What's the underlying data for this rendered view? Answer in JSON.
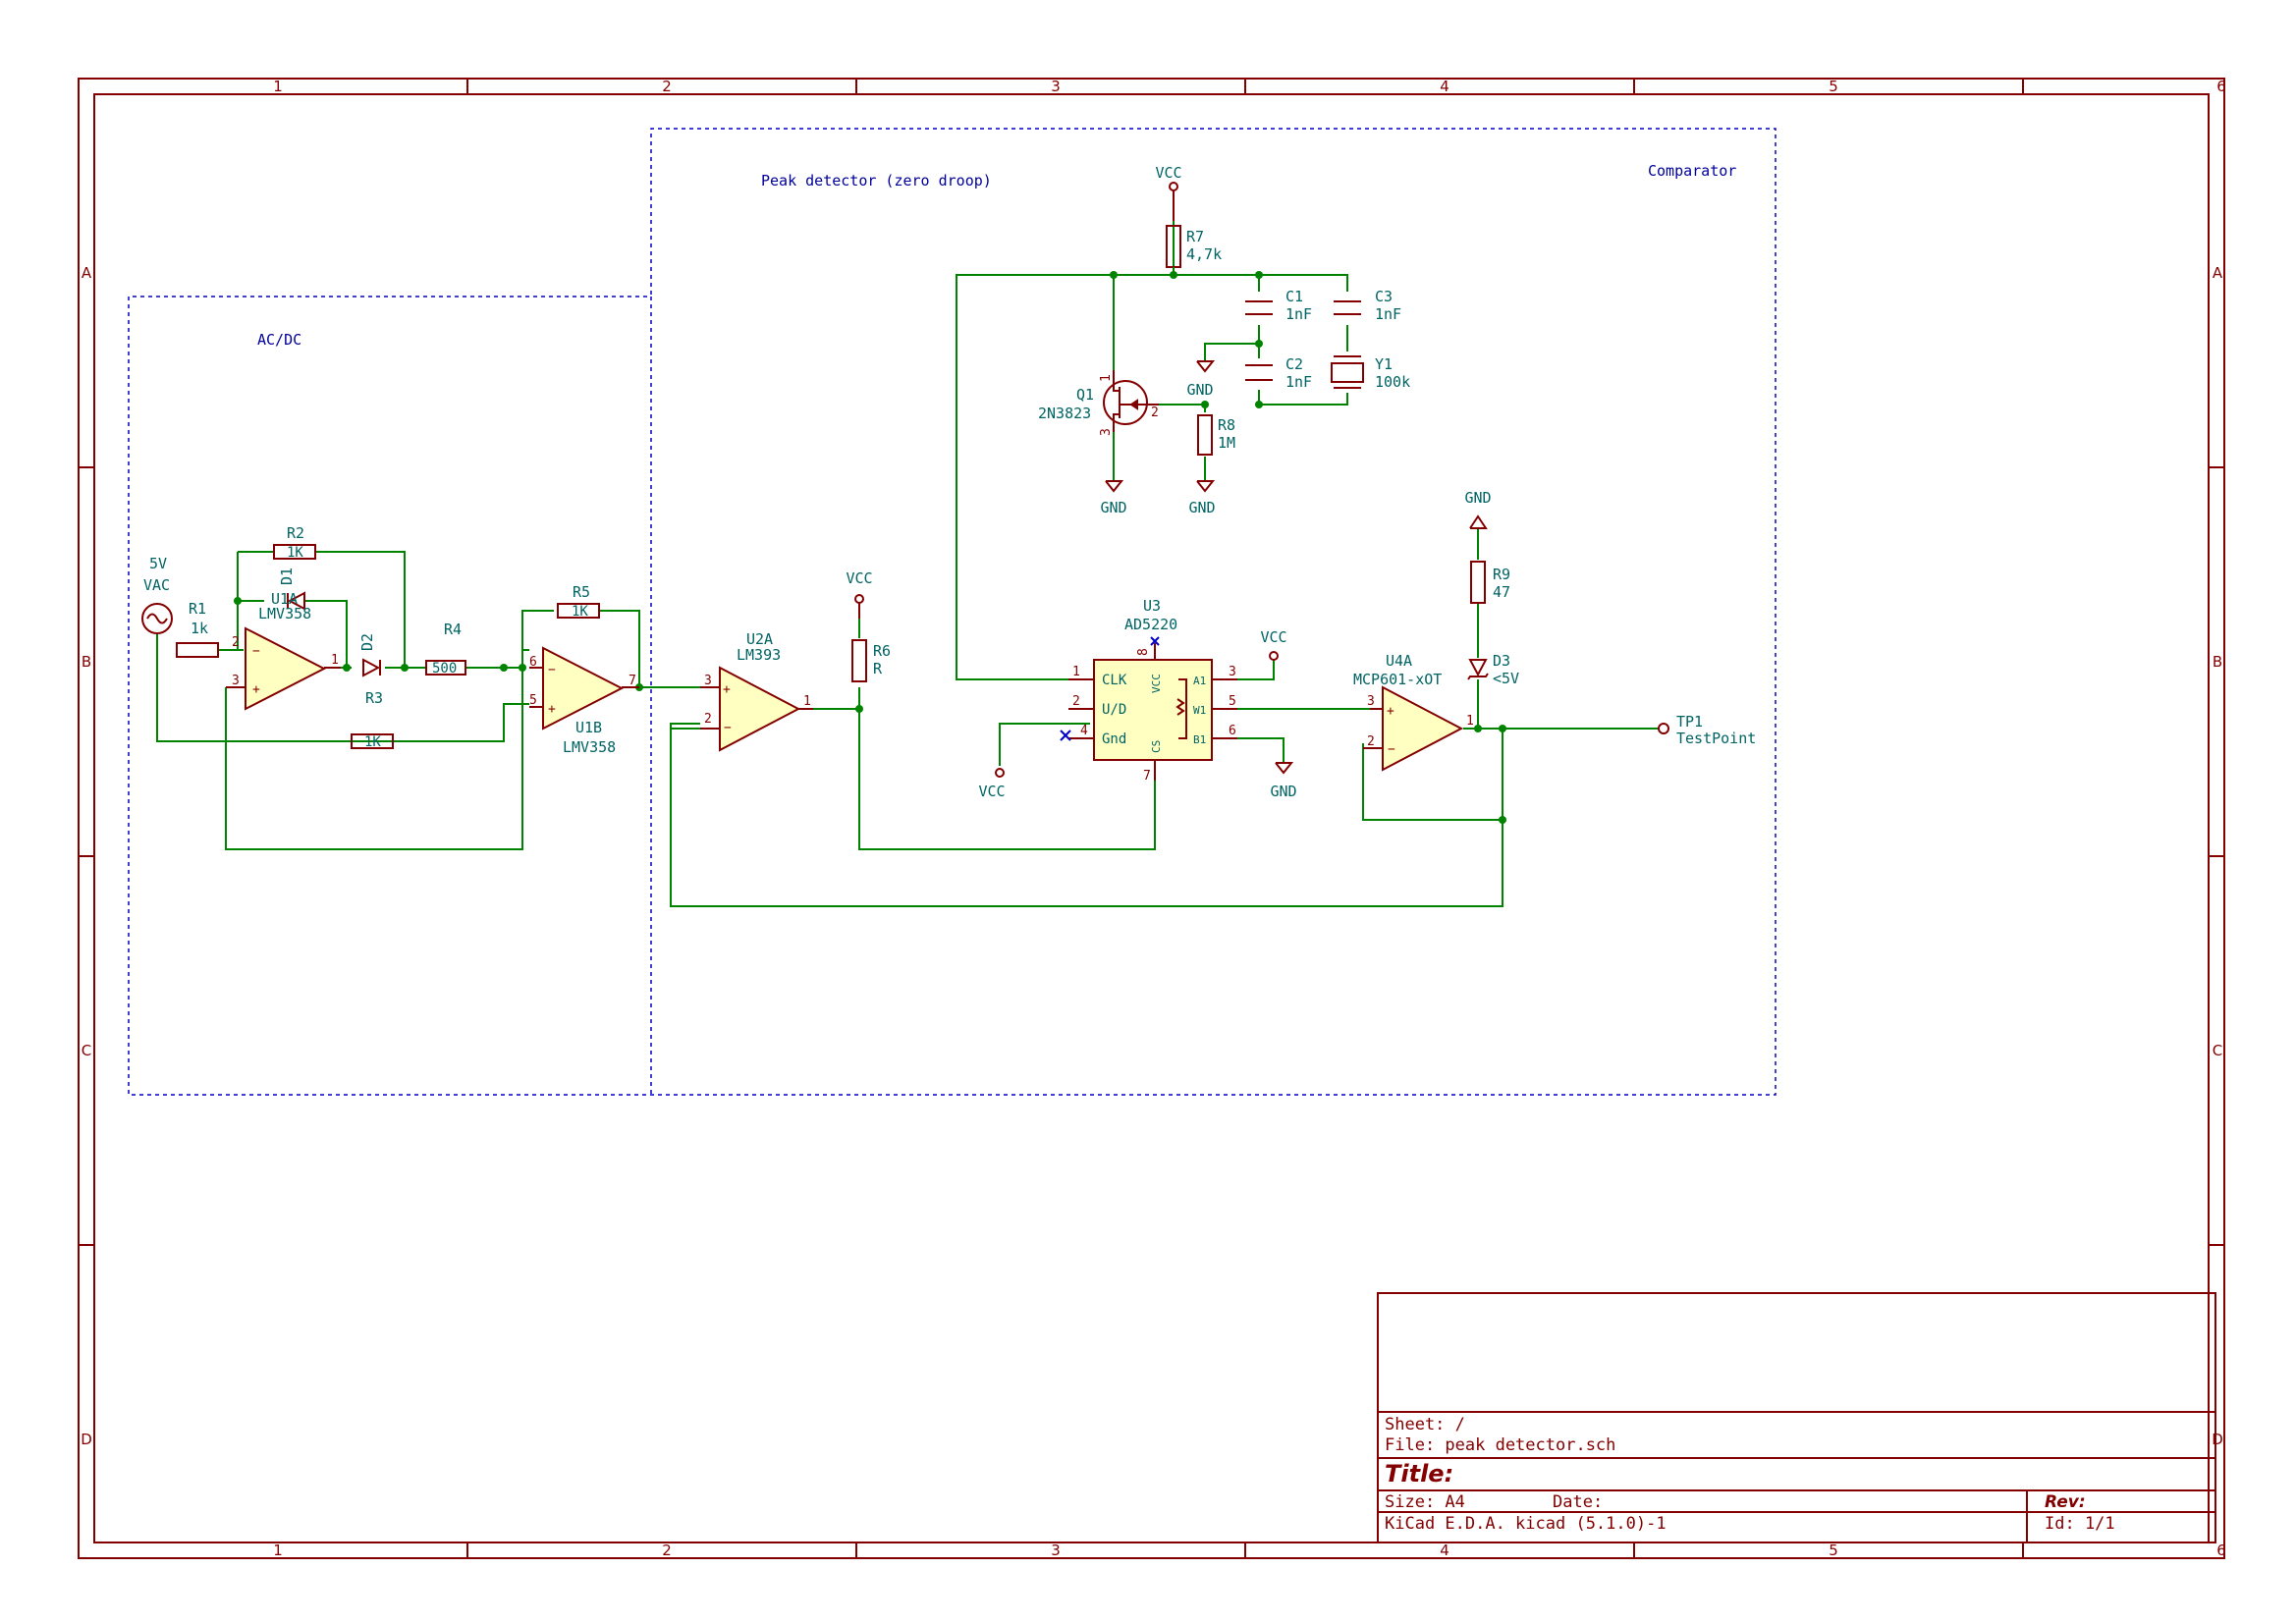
{
  "frame": {
    "columns": [
      "1",
      "2",
      "3",
      "4",
      "5",
      "6"
    ],
    "rows": [
      "A",
      "B",
      "C",
      "D"
    ]
  },
  "notes": {
    "acdc": "AC/DC",
    "peak": "Peak detector (zero droop)",
    "comparator": "Comparator"
  },
  "components": {
    "r1": {
      "ref": "R1",
      "value": "1k"
    },
    "r2": {
      "ref": "R2",
      "value": "1K"
    },
    "r3": {
      "ref": "R3",
      "value": "1K"
    },
    "r4": {
      "ref": "R4",
      "value": "500"
    },
    "r5": {
      "ref": "R5",
      "value": "1K"
    },
    "r6": {
      "ref": "R6",
      "value": "R"
    },
    "r7": {
      "ref": "R7",
      "value": "4,7k"
    },
    "r8": {
      "ref": "R8",
      "value": "1M"
    },
    "r9": {
      "ref": "R9",
      "value": "47"
    },
    "c1": {
      "ref": "C1",
      "value": "1nF"
    },
    "c2": {
      "ref": "C2",
      "value": "1nF"
    },
    "c3": {
      "ref": "C3",
      "value": "1nF"
    },
    "y1": {
      "ref": "Y1",
      "value": "100k"
    },
    "q1": {
      "ref": "Q1",
      "value": "2N3823"
    },
    "d1": {
      "ref": "D1"
    },
    "d2": {
      "ref": "D2"
    },
    "d3": {
      "ref": "D3",
      "value": "<5V"
    },
    "u1a": {
      "ref": "U1A",
      "value": "LMV358"
    },
    "u1b": {
      "ref": "U1B",
      "value": "LMV358"
    },
    "u2a": {
      "ref": "U2A",
      "value": "LM393"
    },
    "u3": {
      "ref": "U3",
      "value": "AD5220",
      "pins": {
        "clk": "CLK",
        "ud": "U/D",
        "gnd": "Gnd",
        "vcc": "VCC",
        "cs": "CS",
        "a1": "A1",
        "w1": "W1",
        "b1": "B1"
      }
    },
    "u4a": {
      "ref": "U4A",
      "value": "MCP601-xOT"
    },
    "tp1": {
      "ref": "TP1",
      "value": "TestPoint"
    },
    "vac": {
      "ref": "5V",
      "value": "VAC"
    }
  },
  "power": {
    "vcc": "VCC",
    "gnd": "GND"
  },
  "title_block": {
    "sheet": "Sheet: /",
    "file": "File: peak detector.sch",
    "title": "Title:",
    "size": "Size: A4",
    "date": "Date:",
    "rev": "Rev:",
    "tool": "KiCad E.D.A.  kicad (5.1.0)-1",
    "id": "Id: 1/1"
  }
}
